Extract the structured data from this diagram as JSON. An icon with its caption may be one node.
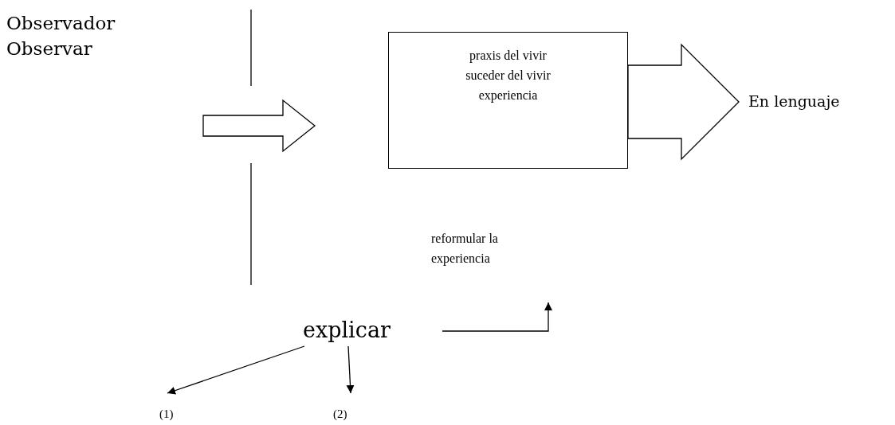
{
  "diagram": {
    "nodes": [
      {
        "text": [
          "praxis del vivir suceder del vivir experiencia"
        ]
      },
      {
        "text": [
          "En lenguaje"
        ]
      },
      {
        "text": [
          "reformular la experiencia"
        ]
      },
      {
        "text": [
          "explicar"
        ]
      },
      {
        "text": [
          "(1)"
        ]
      },
      {
        "text": [
          "(2)"
        ]
      }
    ],
    "edges": [
      {
        "from": 0,
        "to": 1,
        "arrow": "to",
        "style": "thick"
      },
      {
        "from": 3,
        "to": 2,
        "arrow": "to"
      },
      {
        "from": 3,
        "to": 4,
        "arrow": "to"
      },
      {
        "from": 3,
        "to": 5,
        "arrow": "to"
      }
    ],
    "labels": [
      "Observador",
      "Observar"
    ]
  }
}
